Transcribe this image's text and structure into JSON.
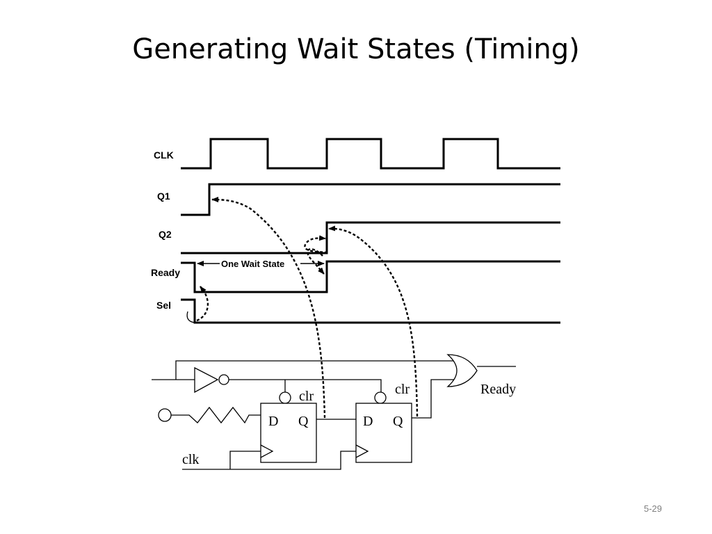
{
  "slide": {
    "title": "Generating Wait States (Timing)",
    "number": "5-29"
  },
  "timing": {
    "signals": [
      "CLK",
      "Q1",
      "Q2",
      "Ready",
      "Sel"
    ],
    "annotation": "One Wait State"
  },
  "circuit": {
    "ff1": {
      "d": "D",
      "q": "Q",
      "clr": "clr"
    },
    "ff2": {
      "d": "D",
      "q": "Q",
      "clr": "clr"
    },
    "clock_label": "clk",
    "output_label": "Ready"
  }
}
